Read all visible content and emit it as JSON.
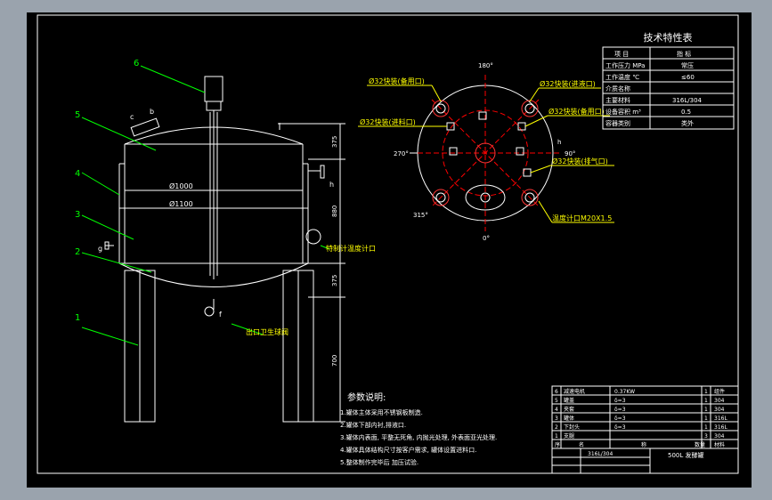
{
  "colors": {
    "background": "#9aa3ad",
    "canvas": "#000000",
    "line": "#ffffff",
    "callout": "#00ff00",
    "label": "#ffff00",
    "center": "#ff0000",
    "nozzle": "#ff3333"
  },
  "spec_table": {
    "title": "技术特性表",
    "header": [
      "项 目",
      "指 标"
    ],
    "rows": [
      [
        "工作压力 MPa",
        "常压"
      ],
      [
        "工作温度 ℃",
        "≤60"
      ],
      [
        "介质名称",
        ""
      ],
      [
        "主要材料",
        "316L/304"
      ],
      [
        "设备容积 m³",
        "0.5"
      ],
      [
        "容器类别",
        "类外"
      ]
    ]
  },
  "elevation": {
    "callouts": [
      "1",
      "2",
      "3",
      "4",
      "5",
      "6"
    ],
    "nozzle_letters": [
      "c",
      "b",
      "g",
      "f",
      "h"
    ],
    "diameters": [
      "Ø1000",
      "Ø1100"
    ],
    "dimensions": [
      "375",
      "880",
      "375",
      "700"
    ],
    "labels": {
      "thermometer": "特制计温度计口",
      "outlet": "出口卫生球阀"
    }
  },
  "plan": {
    "angles": [
      "180°",
      "90°",
      "270°",
      "315°",
      "0°"
    ],
    "labels": [
      "Ø32快装(备用口)",
      "Ø32快装(进液口)",
      "Ø32快装(进料口)",
      "Ø32快装(备用口)",
      "Ø32快装(排气口)",
      "温度计口M20X1.5"
    ],
    "letter": "h"
  },
  "notes": {
    "title": "参数说明:",
    "lines": [
      "1.罐体主体采用不锈钢板制造.",
      "2.罐体下部内衬,排液口.",
      "3.罐体内表面, 平整无死角, 内抛光处理, 外表面亚光处理.",
      "4.罐体具体结构尺寸按客户需求, 罐体设置进料口.",
      "5.整体制作完毕后 加压试验."
    ]
  },
  "bom": {
    "rows": [
      [
        "6",
        "减速电机",
        "0.37KW",
        "1",
        "组件"
      ],
      [
        "5",
        "罐盖",
        "δ=3",
        "1",
        "304"
      ],
      [
        "4",
        "夹套",
        "δ=3",
        "1",
        "304"
      ],
      [
        "3",
        "罐体",
        "δ=3",
        "1",
        "316L"
      ],
      [
        "2",
        "下封头",
        "δ=3",
        "1",
        "316L"
      ],
      [
        "1",
        "支腿",
        "",
        "3",
        "304"
      ]
    ],
    "header": [
      "序",
      "名",
      "称",
      "数量",
      "材料"
    ]
  },
  "title_block": {
    "drawing_name": "500L 发酵罐",
    "code": "316L/304"
  }
}
